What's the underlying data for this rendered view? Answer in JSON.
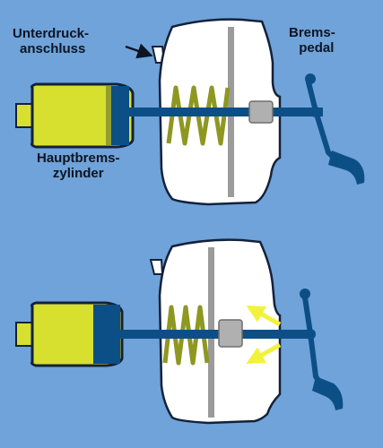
{
  "labels": {
    "vacuum_port": [
      "Unterdruck-",
      "anschluss"
    ],
    "brake_pedal": [
      "Brems-",
      "pedal"
    ],
    "master_cylinder": [
      "Hauptbrems-",
      "zylinder"
    ]
  },
  "colors": {
    "background": "#6fa3d9",
    "rod": "#0c4f86",
    "cylinder_fill": "#d7e02f",
    "booster_body": "#ffffff",
    "spring": "#8e9720",
    "diaphragm": "#9b9b9b",
    "force_arrow": "#f2f23a",
    "outline": "#13213a"
  },
  "icons": {
    "vacuum_pointer": "arrow-icon",
    "force_arrows": "arrow-icon"
  }
}
